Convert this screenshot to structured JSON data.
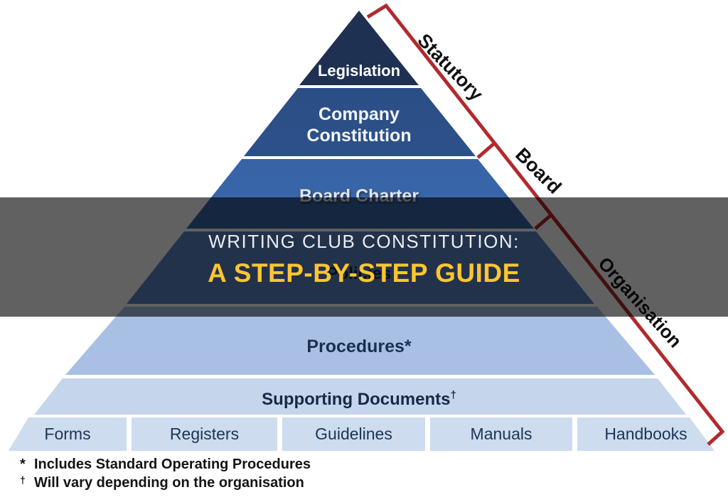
{
  "banner": {
    "line1": "WRITING CLUB CONSTITUTION:",
    "line2": "A STEP-BY-STEP GUIDE"
  },
  "pyramid": {
    "layers": [
      {
        "label": "Legislation"
      },
      {
        "label": "Company Constitution"
      },
      {
        "label": "Board Charter"
      },
      {
        "label": "Policies"
      },
      {
        "label": "Procedures*"
      },
      {
        "label": "Supporting Documents",
        "marker": "†"
      }
    ],
    "boxes": [
      "Forms",
      "Registers",
      "Guidelines",
      "Manuals",
      "Handbooks"
    ]
  },
  "bracket": {
    "sections": [
      {
        "label": "Statutory"
      },
      {
        "label": "Board"
      },
      {
        "label": "Organisation"
      }
    ]
  },
  "footnotes": [
    {
      "marker": "*",
      "text": "Includes Standard Operating Procedures"
    },
    {
      "marker": "†",
      "text": "Will vary depending on the organisation"
    }
  ],
  "colors": {
    "legislation": "#1e3152",
    "company_constitution": "#2d5289",
    "board_charter": "#3a66ab",
    "policies": "#5d83c4",
    "procedures": "#a6bee3",
    "supporting_documents": "#c5d5ec",
    "bottom_boxes": "#cddcee",
    "bracket_red": "#b2292e",
    "title_white": "#e9edf3",
    "title_yellow": "#fdc62f",
    "overlay": "rgba(0,0,0,0.62)"
  }
}
